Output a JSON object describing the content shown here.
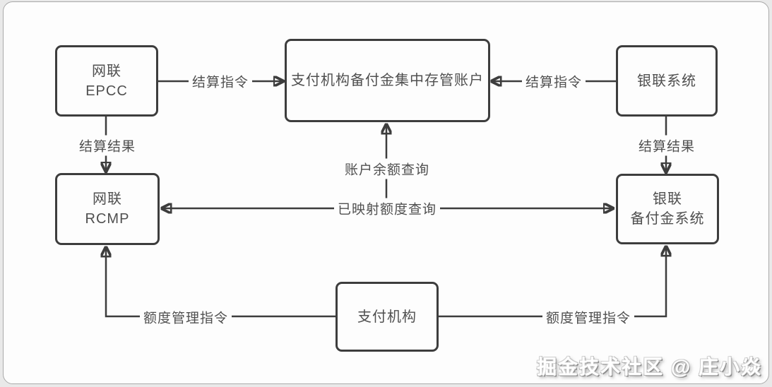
{
  "diagram": {
    "nodes": {
      "epcc": {
        "line1": "网联",
        "line2": "EPCC"
      },
      "custody_account": {
        "line1": "支付机构备付金集中存管账户"
      },
      "unionpay_system": {
        "line1": "银联系统"
      },
      "rcmp": {
        "line1": "网联",
        "line2": "RCMP"
      },
      "unionpay_reserve": {
        "line1": "银联",
        "line2": "备付金系统"
      },
      "payment_institution": {
        "line1": "支付机构"
      }
    },
    "edge_labels": {
      "settlement_cmd_left": "结算指令",
      "settlement_cmd_right": "结算指令",
      "settlement_result_left": "结算结果",
      "settlement_result_right": "结算结果",
      "account_balance_query": "账户余额查询",
      "mapped_quota_query": "已映射额度查询",
      "quota_mgmt_cmd_left": "额度管理指令",
      "quota_mgmt_cmd_right": "额度管理指令"
    }
  },
  "watermark": "掘金技术社区 @ 庄小焱",
  "colors": {
    "line": "#3d3d3d",
    "node_border": "#3d3d3d",
    "text": "#4f4f4f",
    "canvas_bg": "#fdfdfd",
    "page_bg": "#e9e9e9",
    "panel_border": "#a9a9a9"
  }
}
